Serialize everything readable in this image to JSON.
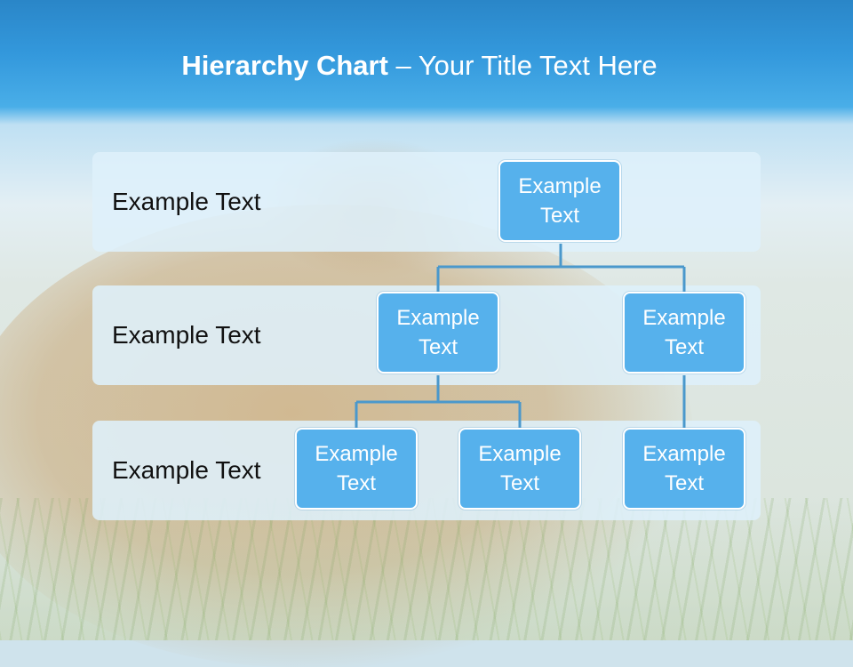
{
  "title": {
    "bold": "Hierarchy Chart",
    "dash": " – ",
    "rest": "Your Title Text Here"
  },
  "levels": [
    {
      "label": "Example Text"
    },
    {
      "label": "Example Text"
    },
    {
      "label": "Example Text"
    }
  ],
  "nodes": {
    "root": "Example Text",
    "level2_left": "Example Text",
    "level2_right": "Example Text",
    "level3_left": "Example Text",
    "level3_middle": "Example Text",
    "level3_right": "Example Text"
  },
  "colors": {
    "node_fill": "#56b1ec",
    "connector": "#4a98cc",
    "band": "#def0fa",
    "title_text": "#ffffff"
  }
}
